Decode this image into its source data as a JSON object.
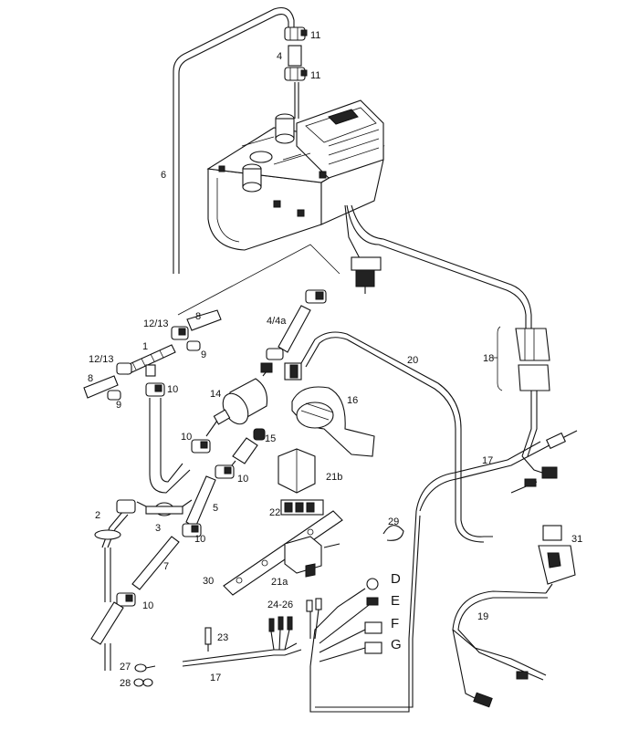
{
  "diagram": {
    "part_labels": {
      "p11a": "11",
      "p4": "4",
      "p11b": "11",
      "p6": "6",
      "p8a": "8",
      "p1213a": "12/13",
      "p9a": "9",
      "p1": "1",
      "p1213b": "12/13",
      "p8b": "8",
      "p9b": "9",
      "p10a": "10",
      "p44a": "4/4a",
      "p20": "20",
      "p18": "18",
      "p14": "14",
      "p16": "16",
      "p10b": "10",
      "p15": "15",
      "p10c": "10",
      "p17a": "17",
      "p21b": "21b",
      "p2": "2",
      "p5": "5",
      "p22": "22",
      "p3": "3",
      "p10d": "10",
      "p29": "29",
      "p31": "31",
      "p7": "7",
      "p30": "30",
      "p21a": "21a",
      "p10e": "10",
      "p2426": "24-26",
      "p19": "19",
      "p23": "23",
      "p27": "27",
      "p17b": "17",
      "p28": "28"
    },
    "connector_labels": {
      "D": "D",
      "E": "E",
      "F": "F",
      "G": "G"
    }
  }
}
